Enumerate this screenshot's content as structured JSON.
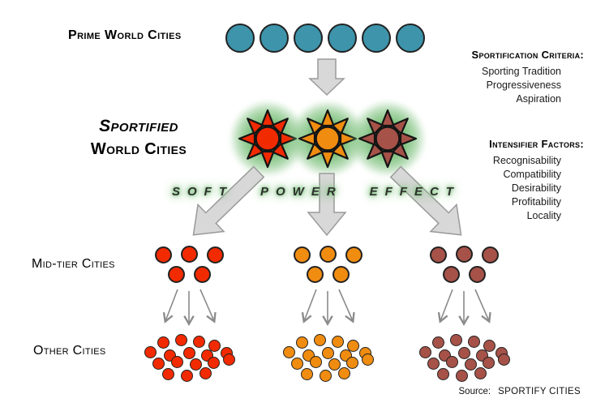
{
  "header": {
    "prime_label": "Prime World Cities"
  },
  "sportified": {
    "line1": "Sportified",
    "line2": "World Cities"
  },
  "criteria": {
    "heading": "Sportification Criteria:",
    "items": [
      "Sporting Tradition",
      "Progressiveness",
      "Aspiration"
    ]
  },
  "factors": {
    "heading": "Intensifier Factors:",
    "items": [
      "Recognisability",
      "Compatibility",
      "Desirability",
      "Profitability",
      "Locality"
    ]
  },
  "soft_power": {
    "words": [
      "SOFT",
      "POWER",
      "EFFECT"
    ]
  },
  "tier_labels": {
    "mid": "Mid-tier Cities",
    "other": "Other Cities"
  },
  "tiers": {
    "prime": {
      "count": 6,
      "color": "#3d94ab"
    },
    "sportified_colors": [
      "#f22a00",
      "#f08c10",
      "#a65248"
    ],
    "mid": {
      "count_per_group": 5,
      "colors": [
        "#f22a00",
        "#f08c10",
        "#a65248"
      ]
    },
    "other": {
      "count_per_group": 17,
      "colors": [
        "#f22a00",
        "#f08c10",
        "#a65248"
      ]
    }
  },
  "source": {
    "label": "Source:",
    "value": "SPORTIFY CITIES"
  },
  "colors": {
    "glow_green": "#7cc47c",
    "big_arrow_fill": "#d8d8d8",
    "big_arrow_stroke": "#9a9a9a",
    "thin_arrow": "#8a8a8a",
    "circle_outline": "#222222"
  }
}
